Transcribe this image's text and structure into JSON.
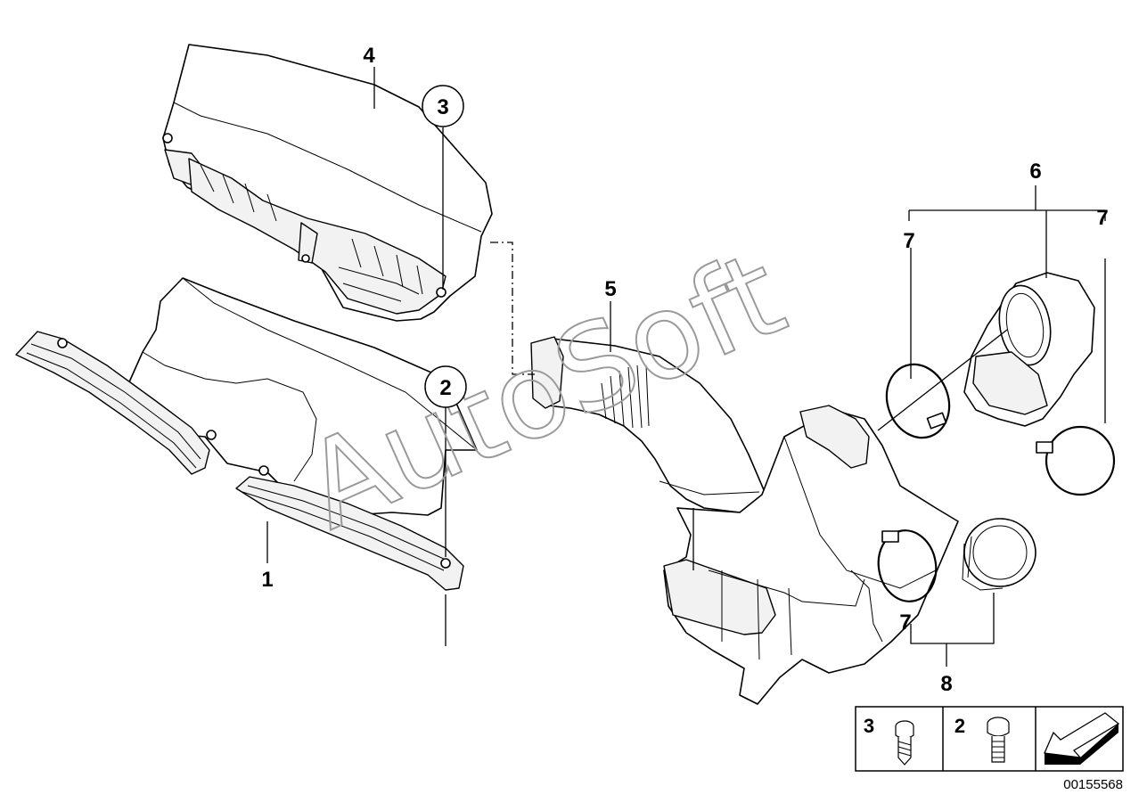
{
  "watermark": "AutoSoft",
  "callouts": {
    "c1": "1",
    "c2": "2",
    "c3": "3",
    "c4": "4",
    "c5": "5",
    "c6": "6",
    "c7a": "7",
    "c7b": "7",
    "c7c": "7",
    "c8": "8"
  },
  "legend": {
    "item3": "3",
    "item2": "2"
  },
  "diagram_number": "00155568"
}
